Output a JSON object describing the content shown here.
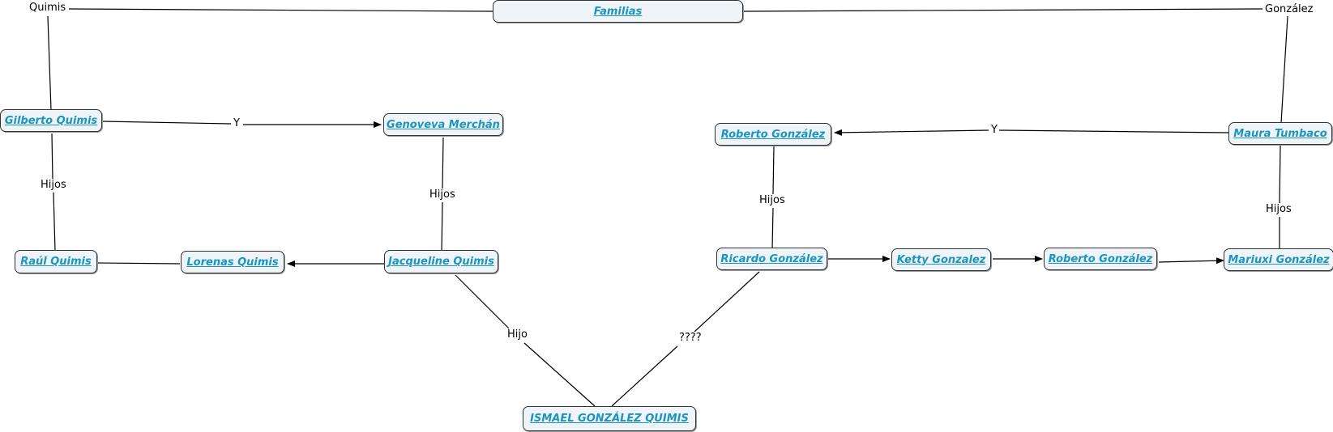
{
  "nodes": {
    "familias": "Familias",
    "gilberto": "Gilberto Quimis",
    "genoveva": "Genoveva Merchán",
    "roberto1": "Roberto González ",
    "maura": "Maura Tumbaco",
    "raul": "Raúl Quimis",
    "lorenas": "Lorenas Quimis ",
    "jacqueline": "Jacqueline Quimis",
    "ricardo": "Ricardo González",
    "ketty": "Ketty Gonzalez",
    "roberto2": "Roberto González",
    "mariuxi": "Mariuxi González",
    "ismael": "ISMAEL GONZÁLEZ QUIMIS"
  },
  "labels": {
    "quimis": "Quimis",
    "gonzalez": "González",
    "y_left": "Y",
    "y_right": "Y",
    "hijos_gilberto": "Hijos",
    "hijos_genoveva": "Hijos",
    "hijos_roberto": "Hijos",
    "hijos_maura": "Hijos",
    "hijo": "Hijo",
    "unknown": "????"
  }
}
